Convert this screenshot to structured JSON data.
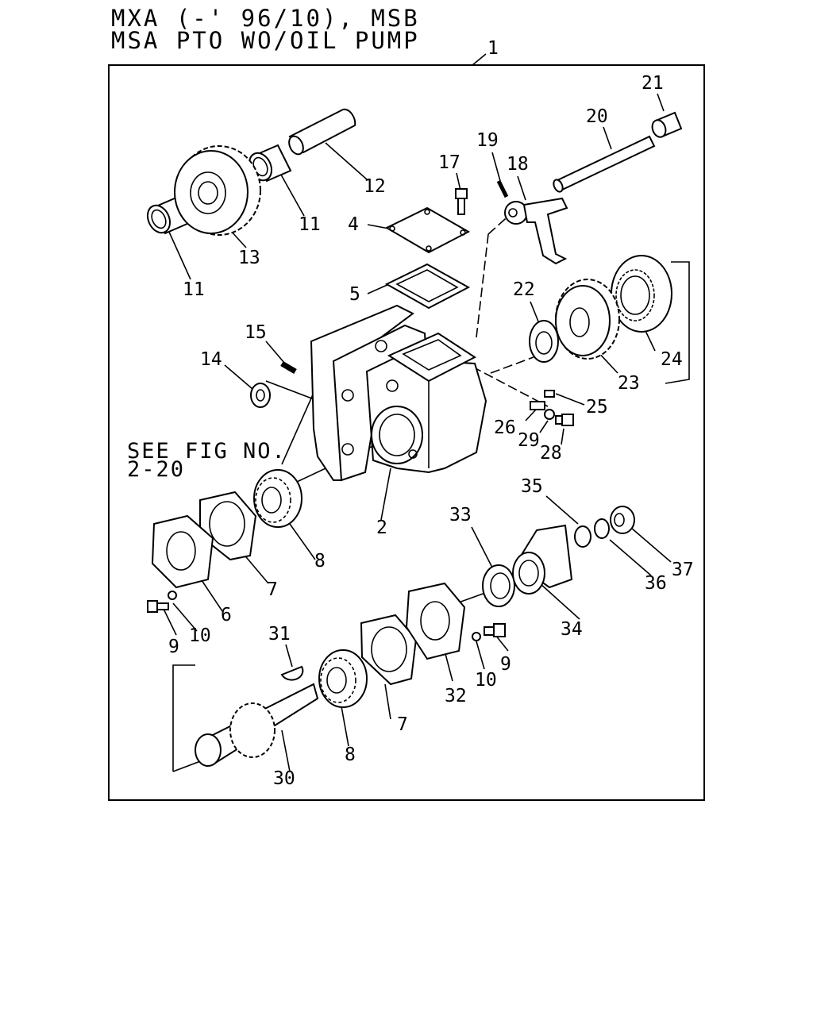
{
  "title": {
    "line1": "MXA (-' 96/10), MSB",
    "line2": "MSA PTO WO/OIL PUMP"
  },
  "reference_note": {
    "line1": "SEE FIG NO.",
    "line2": "2-20"
  },
  "callouts": {
    "c1": "1",
    "c2": "2",
    "c4": "4",
    "c5": "5",
    "c6": "6",
    "c7a": "7",
    "c7b": "7",
    "c8a": "8",
    "c8b": "8",
    "c9a": "9",
    "c9b": "9",
    "c10a": "10",
    "c10b": "10",
    "c11a": "11",
    "c11b": "11",
    "c12": "12",
    "c13": "13",
    "c14": "14",
    "c15": "15",
    "c17": "17",
    "c18": "18",
    "c19": "19",
    "c20": "20",
    "c21": "21",
    "c22": "22",
    "c23": "23",
    "c24": "24",
    "c25": "25",
    "c26": "26",
    "c28": "28",
    "c29": "29",
    "c30": "30",
    "c31": "31",
    "c32": "32",
    "c33": "33",
    "c34": "34",
    "c35": "35",
    "c36": "36",
    "c37": "37"
  }
}
